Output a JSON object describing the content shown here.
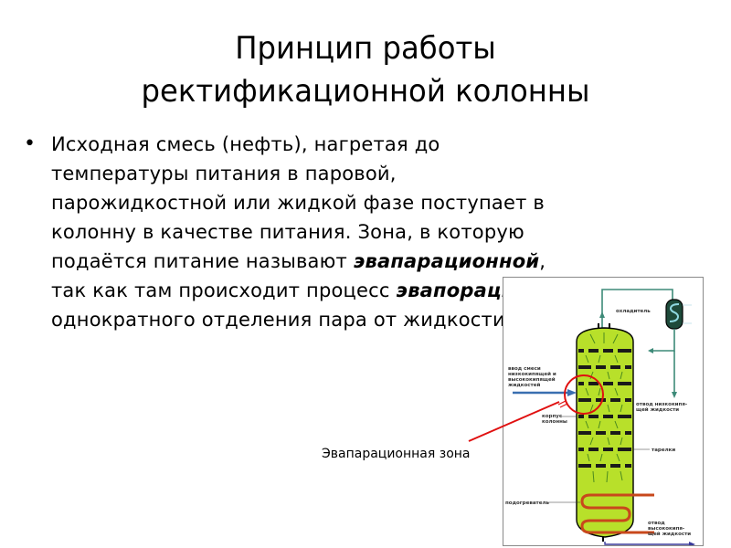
{
  "slide": {
    "title_line1": "Принцип работы",
    "title_line2": "ректификационной колонны",
    "bullet": {
      "marker": "•",
      "lines": [
        "Исходная смесь (нефть), нагретая до",
        "температуры питания в паровой,",
        "парожидкостной или жидкой фазе поступает в",
        "колонну в качестве питания. Зона, в которую"
      ],
      "line5_prefix": "подаётся питание называют ",
      "line5_emphasis": "эвапарационной",
      "line5_suffix": ",",
      "line6_prefix": "так как там происходит процесс ",
      "line6_emphasis": "эвапорации",
      "line7": "однократного отделения пара от жидкости."
    },
    "caption": "Эвапарационная зона"
  },
  "diagram": {
    "labels": {
      "cooler": "охладитель",
      "feed_input": [
        "ввод смеси",
        "низкокипящей и",
        "высококипящей",
        "жидкостей"
      ],
      "column_body": [
        "корпус",
        "колонны"
      ],
      "low_boiling_outlet": [
        "отвод низкокипя-",
        "щей жидкости"
      ],
      "trays": "тарелки",
      "heater": "подогреватель",
      "high_boiling_outlet": [
        "отвод",
        "высококипя-",
        "щей жидкости"
      ]
    },
    "colors": {
      "column_fill": "#b8e02a",
      "column_dark": "#4c8a1e",
      "pipe": "#3d8a78",
      "feed_arrow": "#3a6fb0",
      "heater_coil": "#c8481c",
      "highlight_circle": "#e01010",
      "cooler_body": "#1e4a3a",
      "cooler_coil": "#8fd8e0"
    }
  }
}
